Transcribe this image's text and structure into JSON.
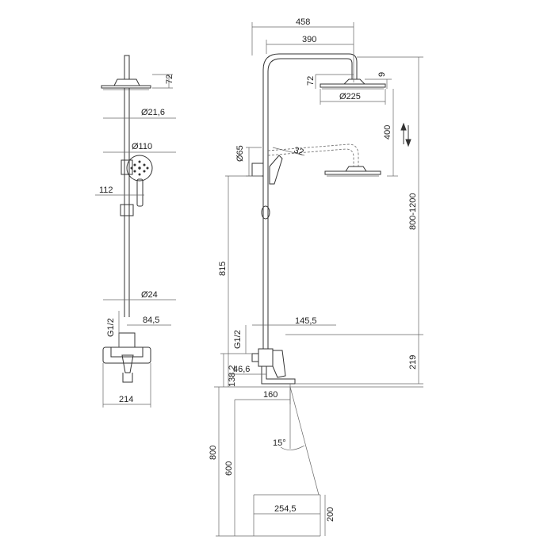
{
  "dims": {
    "d458": "458",
    "d390": "390",
    "d72_right": "72",
    "d9": "9",
    "d225": "Ø225",
    "d400": "400",
    "d65": "Ø65",
    "d32": "32",
    "d800_1200": "800-1200",
    "d815": "815",
    "g12_right": "G1/2",
    "d145": "145,5",
    "d219": "219",
    "d138": "138,2",
    "d466": "46,6",
    "d160": "160",
    "d15": "15°",
    "d800": "800",
    "d600": "600",
    "d2545": "254,5",
    "d200": "200",
    "d72_left": "72",
    "d216": "Ø21,6",
    "d110": "Ø110",
    "d112": "112",
    "d24": "Ø24",
    "g12_left": "G1/2",
    "d845": "84,5",
    "d214": "214"
  },
  "icons": {
    "height_adjust": "up-down-arrows-icon"
  }
}
